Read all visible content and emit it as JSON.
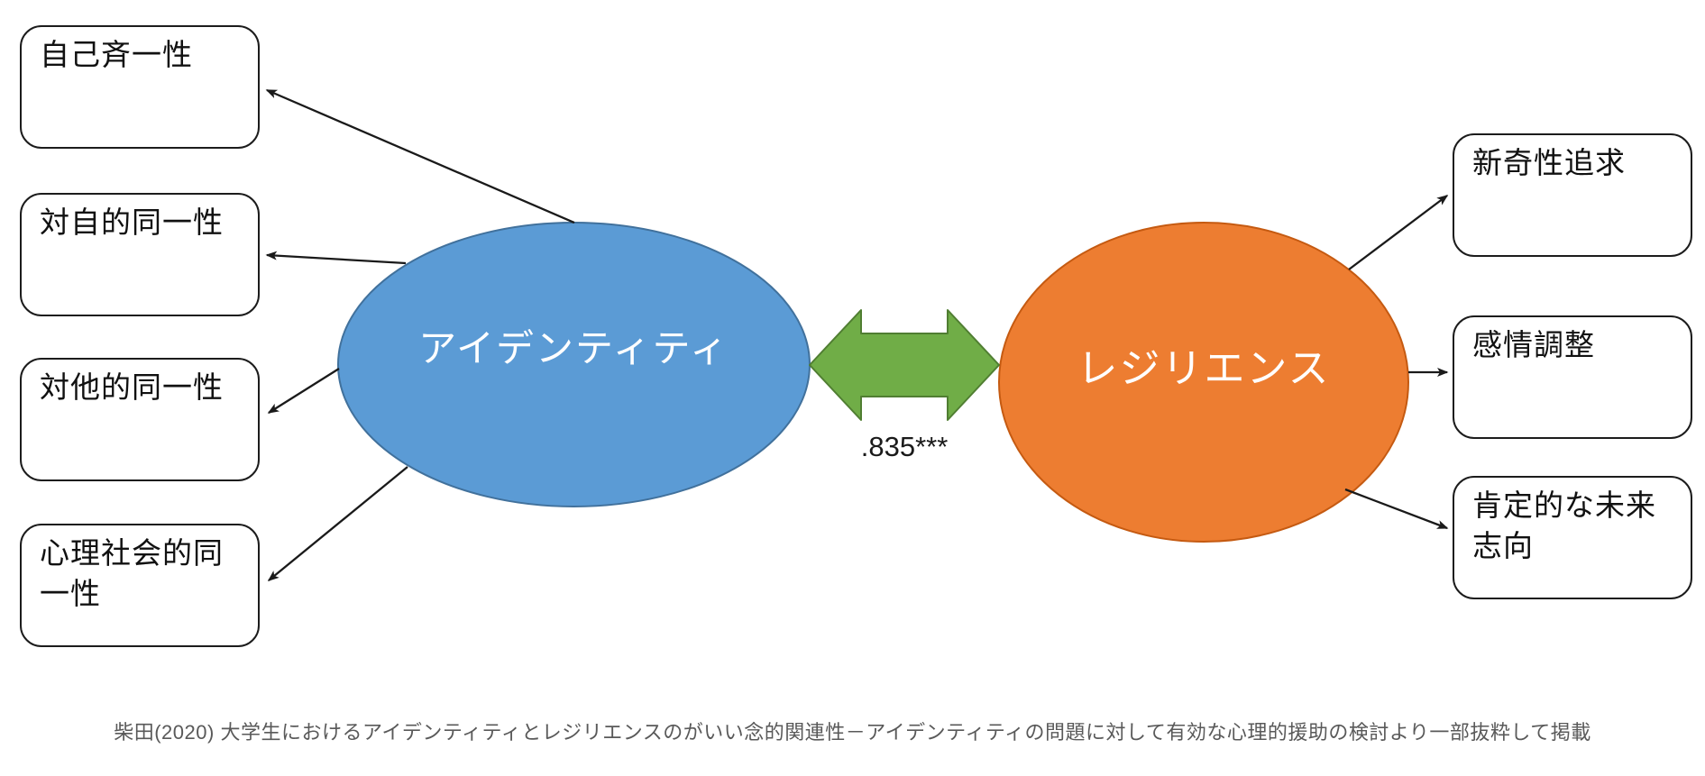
{
  "diagram": {
    "left_factor": {
      "label": "アイデンティティ",
      "fill": "#5B9BD5",
      "border_color": "#41719C"
    },
    "right_factor": {
      "label": "レジリエンス",
      "fill": "#ED7D31",
      "border_color": "#C55A11"
    },
    "correlation": {
      "label": ".835***",
      "arrow_fill": "#70AD47",
      "arrow_border_color": "#507E32"
    },
    "left_indicators": [
      "自己斉一性",
      "対自的同一性",
      "対他的同一性",
      "心理社会的同一性"
    ],
    "right_indicators": [
      "新奇性追求",
      "感情調整",
      "肯定的な未来志向"
    ],
    "connector_color": "#1a1a1a",
    "caption": "柴田(2020) 大学生におけるアイデンティティとレジリエンスのがいい念的関連性－アイデンティティの問題に対して有効な心理的援助の検討より一部抜粋して掲載"
  }
}
